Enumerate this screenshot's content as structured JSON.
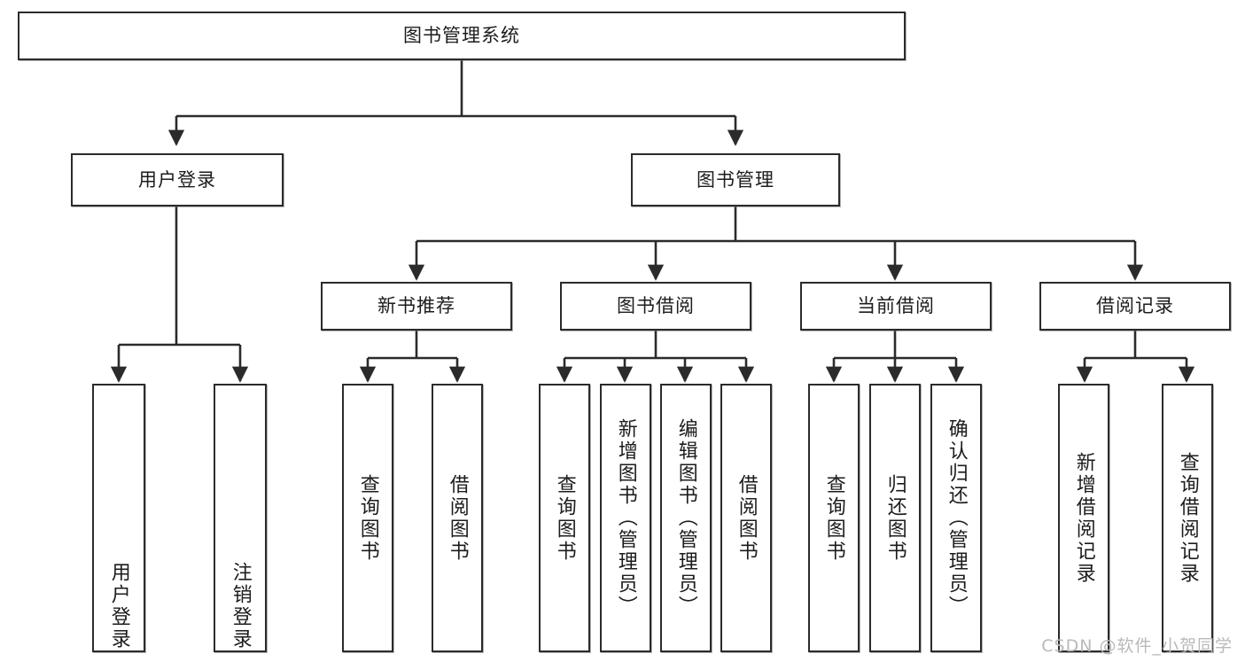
{
  "diagram": {
    "title": "图书管理系统",
    "type": "tree",
    "watermark": "CSDN @软件_小贺同学",
    "colors": {
      "box_border": "#2b2b2b",
      "box_fill": "#ffffff",
      "connector": "#2b2b2b",
      "text": "#1c1c1c",
      "watermark": "#b9b9b9"
    },
    "root": {
      "label": "图书管理系统"
    },
    "level2": [
      {
        "label": "用户登录"
      },
      {
        "label": "图书管理"
      }
    ],
    "level3": [
      {
        "label": "新书推荐"
      },
      {
        "label": "图书借阅"
      },
      {
        "label": "当前借阅"
      },
      {
        "label": "借阅记录"
      }
    ],
    "leaves": {
      "user_login": [
        {
          "label": "用户登录"
        },
        {
          "label": "注销登录"
        }
      ],
      "new_book_recommend": [
        {
          "label": "查询图书"
        },
        {
          "label": "借阅图书"
        }
      ],
      "book_borrow": [
        {
          "label": "查询图书"
        },
        {
          "label": "新增图书（管理员）"
        },
        {
          "label": "编辑图书（管理员）"
        },
        {
          "label": "借阅图书"
        }
      ],
      "current_borrow": [
        {
          "label": "查询图书"
        },
        {
          "label": "归还图书"
        },
        {
          "label": "确认归还（管理员）"
        }
      ],
      "borrow_record": [
        {
          "label": "新增借阅记录"
        },
        {
          "label": "查询借阅记录"
        }
      ]
    }
  }
}
